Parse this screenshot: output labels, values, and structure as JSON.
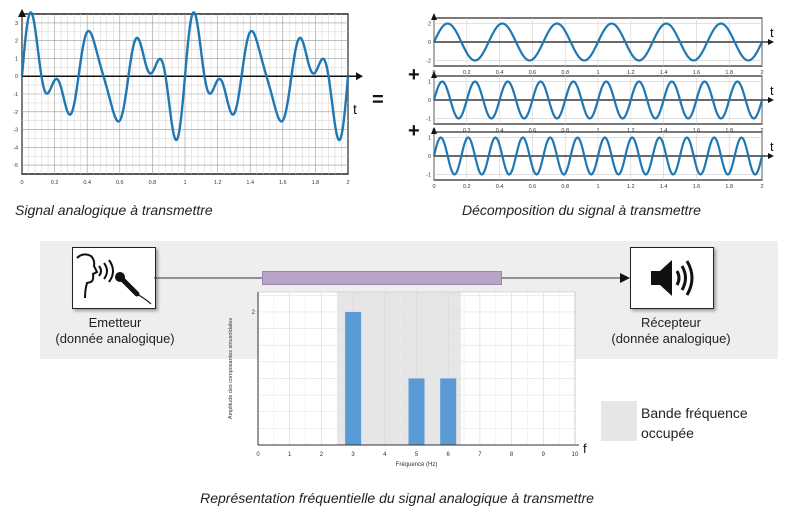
{
  "top_left": {
    "caption": "Signal analogique à transmettre",
    "time_axis_label": "t",
    "y_ticks": [
      "3",
      "2",
      "1",
      "0",
      "-1",
      "-2",
      "-3",
      "-4",
      "-5"
    ],
    "x_ticks": [
      "0",
      "0.2",
      "0.4",
      "0.6",
      "0.8",
      "1",
      "1.2",
      "1.4",
      "1.6",
      "1.8",
      "2"
    ]
  },
  "equals_sign": "=",
  "plus_sign": "+",
  "decomposition": {
    "caption": "Décomposition du signal à transmettre",
    "time_axis_label": "t",
    "components": [
      {
        "frequency_hz": 3,
        "amplitude": 2,
        "y_ticks": [
          "2",
          "0",
          "-2"
        ]
      },
      {
        "frequency_hz": 5,
        "amplitude": 1,
        "y_ticks": [
          "1",
          "0",
          "-1"
        ]
      },
      {
        "frequency_hz": 6,
        "amplitude": 1,
        "y_ticks": [
          "1",
          "0",
          "-1"
        ]
      }
    ],
    "x_ticks": [
      "0",
      "0.2",
      "0.4",
      "0.6",
      "0.8",
      "1",
      "1.2",
      "1.4",
      "1.6",
      "1.8",
      "2"
    ]
  },
  "chain": {
    "emitter_label_line1": "Emetteur",
    "emitter_label_line2": "(donnée analogique)",
    "receiver_label_line1": "Récepteur",
    "receiver_label_line2": "(donnée analogique)"
  },
  "legend": {
    "label_line1": "Bande fréquence",
    "label_line2": "occupée"
  },
  "bottom_caption": "Représentation fréquentielle du signal analogique à transmettre",
  "chart_data": {
    "type": "bar",
    "title": "",
    "xlabel": "Fréquence (Hz)",
    "ylabel": "Amplitude des composantes sinusoïdales",
    "freq_axis_symbol": "f",
    "x": [
      3,
      5,
      6
    ],
    "values": [
      2,
      1,
      1
    ],
    "xlim": [
      0,
      10
    ],
    "ylim": [
      0,
      2.3
    ],
    "x_ticks": [
      "0",
      "1",
      "2",
      "3",
      "4",
      "5",
      "6",
      "7",
      "8",
      "9",
      "10"
    ],
    "y_ticks": [
      "2"
    ],
    "occupied_band_hz": [
      2.5,
      6.4
    ],
    "bar_color": "#5b9bd5",
    "grid": true
  }
}
